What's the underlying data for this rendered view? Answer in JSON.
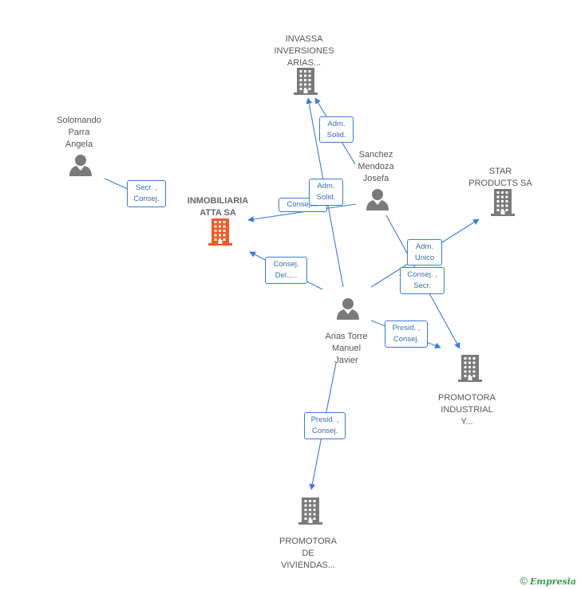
{
  "colors": {
    "edge": "#3a7bd5",
    "building": "#7a7a7a",
    "focal_building": "#f05a28",
    "person": "#7a7a7a"
  },
  "nodes": [
    {
      "id": "atta",
      "type": "company",
      "focal": true,
      "label_lines": [
        "INMOBILIARIA",
        "ATTA SA"
      ],
      "icon": "building-icon"
    },
    {
      "id": "invassa",
      "type": "company",
      "label_lines": [
        "INVASSA",
        "INVERSIONES",
        "ARIAS..."
      ],
      "icon": "building-icon"
    },
    {
      "id": "solomando",
      "type": "person",
      "label_lines": [
        "Solomando",
        "Parra",
        "Angela"
      ],
      "icon": "person-icon"
    },
    {
      "id": "sanchez",
      "type": "person",
      "label_lines": [
        "Sanchez",
        "Mendoza",
        "Josefa"
      ],
      "icon": "person-icon"
    },
    {
      "id": "star",
      "type": "company",
      "label_lines": [
        "STAR",
        "PRODUCTS SA"
      ],
      "icon": "building-icon"
    },
    {
      "id": "arias",
      "type": "person",
      "label_lines": [
        "Arias Torre",
        "Manuel",
        "Javier"
      ],
      "icon": "person-icon"
    },
    {
      "id": "industrial",
      "type": "company",
      "label_lines": [
        "PROMOTORA",
        "INDUSTRIAL",
        "Y..."
      ],
      "icon": "building-icon"
    },
    {
      "id": "viviendas",
      "type": "company",
      "label_lines": [
        "PROMOTORA",
        "DE",
        "VIVIENDAS..."
      ],
      "icon": "building-icon"
    }
  ],
  "relations": [
    {
      "id": "r1",
      "lines": [
        "Secr. ,",
        "Consej."
      ]
    },
    {
      "id": "r2",
      "lines": [
        "Adm.",
        "Solid."
      ]
    },
    {
      "id": "r3",
      "lines": [
        "Consej...."
      ]
    },
    {
      "id": "r4",
      "lines": [
        "Adm.",
        "Solid."
      ]
    },
    {
      "id": "r5",
      "lines": [
        "Consej.",
        "Del.,..."
      ]
    },
    {
      "id": "r6",
      "lines": [
        "Adm.",
        "Unico"
      ]
    },
    {
      "id": "r7",
      "lines": [
        "Consej. ,",
        "Secr."
      ]
    },
    {
      "id": "r8",
      "lines": [
        "Presid. ,",
        "Consej."
      ]
    },
    {
      "id": "r9",
      "lines": [
        "Presid. ,",
        "Consej."
      ]
    }
  ],
  "footer": {
    "copyright": "©",
    "brand": "Empresia"
  }
}
